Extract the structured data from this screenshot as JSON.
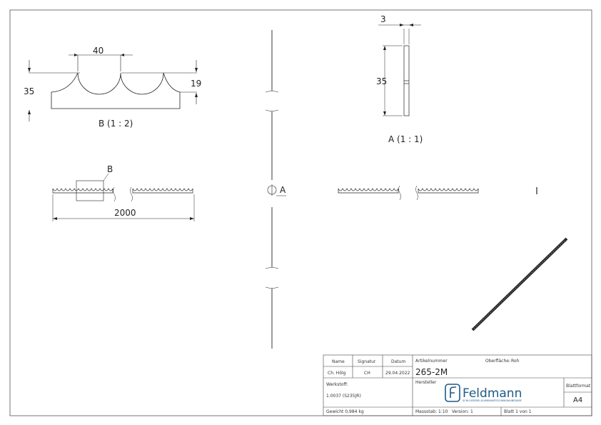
{
  "dimensions": {
    "pitch": "40",
    "height_total": "35",
    "tooth_depth": "19",
    "thickness": "3",
    "height_side": "35",
    "length": "2000"
  },
  "views": {
    "detail_b": "B (1 : 2)",
    "detail_a": "A (1 : 1)",
    "marker_b": "B",
    "marker_a": "A"
  },
  "title_block": {
    "name_label": "Name",
    "signatur_label": "Signatur",
    "datum_label": "Datum",
    "name_value": "Ch. Hölg",
    "signatur_value": "CH",
    "datum_value": "29.04.2022",
    "artikelnummer_label": "Artikelnummer",
    "oberflaeche_label": "Oberfläche:",
    "oberflaeche_value": "Roh",
    "artikelnummer_value": "265-2M",
    "werkstoff_label": "Werkstoff:",
    "werkstoff_value": "1.0037 (S235JR)",
    "hersteller_label": "Hersteller",
    "logo_text": "Feldmann",
    "logo_tagline": "SCHLOSSEREI-ALUMINIUMTECHNIK-BAUBEDARF",
    "blattformat_label": "Blattformat",
    "blattformat_value": "A4",
    "gewicht": "Gewicht 0,984 kg",
    "massstab": "Massstab: 1:10",
    "version": "Version: 1",
    "blatt": "Blatt 1 von 1"
  }
}
